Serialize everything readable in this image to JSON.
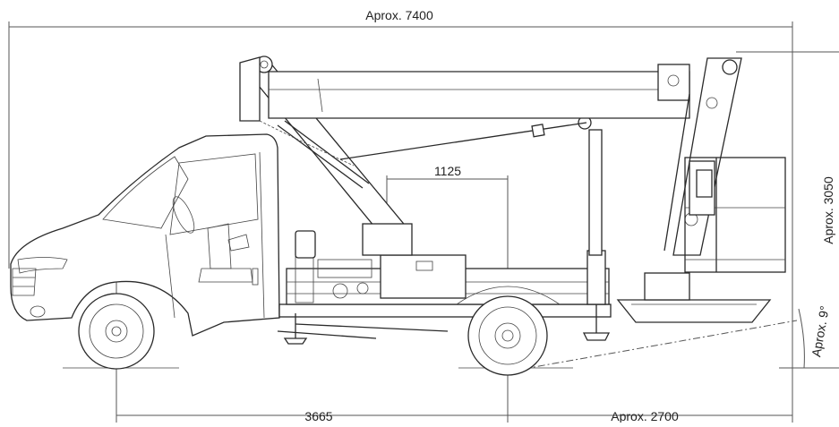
{
  "dimensions": {
    "overall_length": "Aprox. 7400",
    "platform_offset": "1125",
    "wheelbase": "3665",
    "rear_overhang": "Aprox. 2700",
    "height": "Aprox. 3050",
    "angle": "Aprox. 9°"
  }
}
